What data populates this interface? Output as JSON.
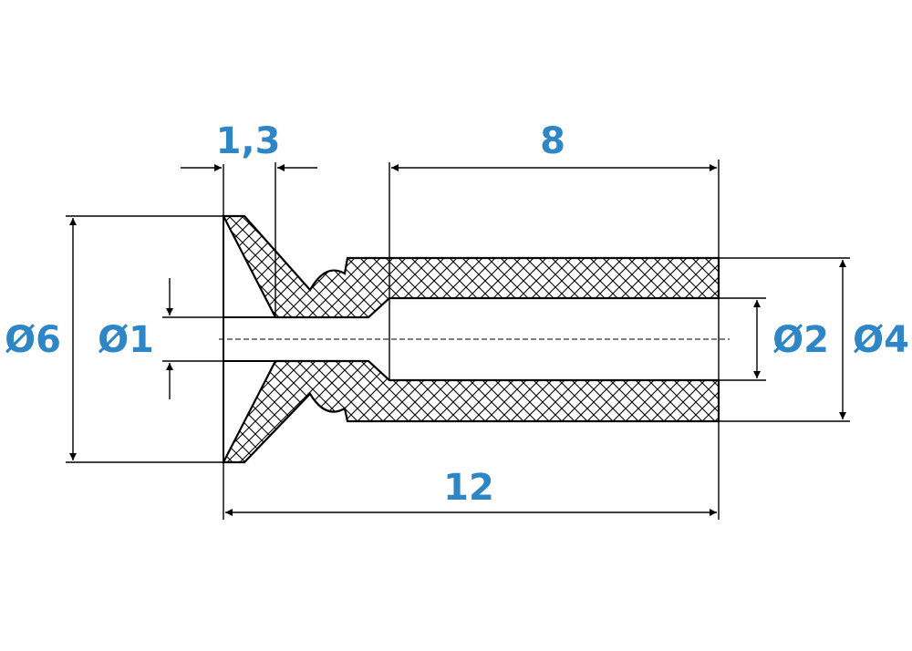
{
  "accent_color": "#2f86c6",
  "dimensions": {
    "d6": "Ø6",
    "d1": "Ø1",
    "d2": "Ø2",
    "d4": "Ø4",
    "cone_length": "1,3",
    "tube_length": "8",
    "total_length": "12"
  }
}
